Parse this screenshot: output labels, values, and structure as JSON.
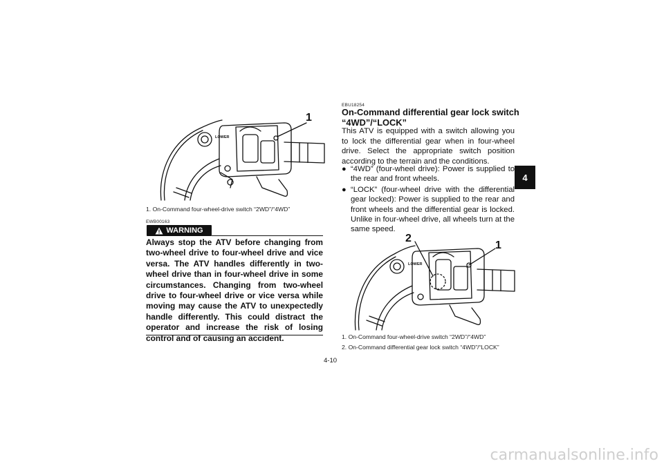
{
  "figure1": {
    "callout": "1",
    "caption_number": "1.",
    "caption": "On-Command four-wheel-drive switch “2WD”/“4WD”",
    "lower_label": "LOWER"
  },
  "warning": {
    "code": "EWB00163",
    "label": "WARNING",
    "text": "Always stop the ATV before changing from two-wheel drive to four-wheel drive and vice versa. The ATV handles differently in two-wheel drive than in four-wheel drive in some circumstances. Changing from two-wheel drive to four-wheel drive or vice versa while moving may cause the ATV to unexpectedly handle differently. This could distract the operator and increase the risk of losing control and of causing an accident."
  },
  "section": {
    "code": "EBU18254",
    "title_line1": "On-Command differential gear lock switch",
    "title_line2": "“4WD”/“LOCK”",
    "intro": "This ATV is equipped with a switch allowing you to lock the differential gear when in four-wheel drive. Select the appropriate switch position according to the terrain and the conditions.",
    "bullets": [
      "“4WD” (four-wheel drive): Power is supplied to the rear and front wheels.",
      "“LOCK” (four-wheel drive with the differential gear locked): Power is supplied to the rear and front wheels and the differential gear is locked. Unlike in four-wheel drive, all wheels turn at the same speed."
    ]
  },
  "figure2": {
    "callout_1": "1",
    "callout_2": "2",
    "lower_label": "LOWER",
    "captions": [
      {
        "number": "1.",
        "text": "On-Command four-wheel-drive switch “2WD”/“4WD”"
      },
      {
        "number": "2.",
        "text": "On-Command differential gear lock switch “4WD”/“LOCK”"
      }
    ]
  },
  "chapter_tab": "4",
  "page_number": "4-10",
  "watermark": "carmanualsonline.info"
}
